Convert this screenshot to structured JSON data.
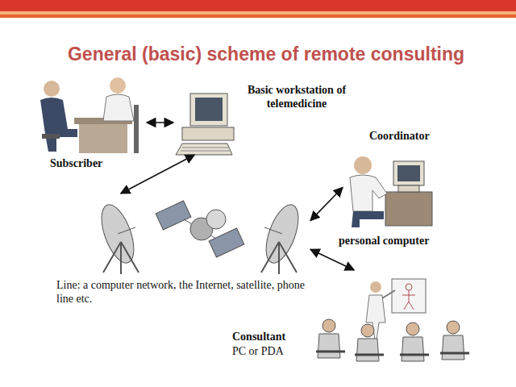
{
  "diagram": {
    "title": "General (basic) scheme of remote consulting",
    "nodes": [
      {
        "text": [
          "Subscriber"
        ]
      },
      {
        "text": [
          "Basic workstation of telemedicine"
        ]
      },
      {
        "text": [
          "Line: a computer network, the Internet, satellite, phone line etc."
        ]
      },
      {
        "text": [
          "Coordinator",
          "personal computer"
        ]
      },
      {
        "text": [
          "Consultant",
          "PC or PDA"
        ]
      }
    ],
    "edges": [
      {
        "from": 0,
        "to": 1,
        "arrow": "both"
      },
      {
        "from": 1,
        "to": 2,
        "arrow": "both"
      },
      {
        "from": 2,
        "to": 3,
        "arrow": "both"
      },
      {
        "from": 2,
        "to": 4,
        "arrow": "both"
      }
    ]
  }
}
